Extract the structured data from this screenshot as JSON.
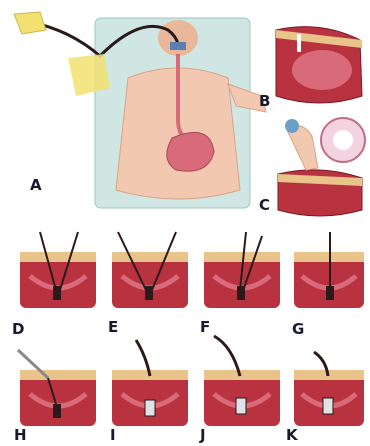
{
  "figure": {
    "panels": [
      {
        "key": "A",
        "label": "A",
        "subject": "patient undergoing endoscopy, endoscope through mouth into stomach"
      },
      {
        "key": "B",
        "label": "B",
        "subject": "stomach interior view with light from endoscope"
      },
      {
        "key": "C",
        "label": "C",
        "subject": "finger pressing on abdominal wall, transillumination"
      },
      {
        "key": "D",
        "label": "D",
        "subject": "cross-section with needle and wire"
      },
      {
        "key": "E",
        "label": "E",
        "subject": "cross-section with snare and wire"
      },
      {
        "key": "F",
        "label": "F",
        "subject": "cross-section with wire through wall"
      },
      {
        "key": "G",
        "label": "G",
        "subject": "cross-section with wire, snare withdrawn"
      },
      {
        "key": "H",
        "label": "H",
        "subject": "cross-section with tube being pulled"
      },
      {
        "key": "I",
        "label": "I",
        "subject": "cross-section with tube emerging"
      },
      {
        "key": "J",
        "label": "J",
        "subject": "cross-section with tube positioned"
      },
      {
        "key": "K",
        "label": "K",
        "subject": "cross-section with tube fixed, bumper"
      }
    ]
  },
  "colors": {
    "skin": "#f2c9b0",
    "bed": "#cfe6e2",
    "tissue_fat": "#e8c48a",
    "tissue_muscle": "#b8323f",
    "stomach": "#d96a7a",
    "dark": "#2a1a1a",
    "glove": "#f2e070",
    "label": "#1a1a2e"
  }
}
